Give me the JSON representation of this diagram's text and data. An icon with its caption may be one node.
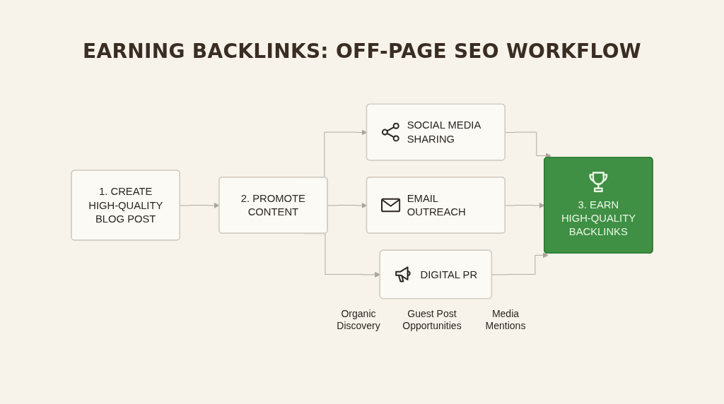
{
  "diagram": {
    "title": "EARNING BACKLINKS: OFF-PAGE SEO WORKFLOW",
    "nodes": [
      {
        "text": [
          "1. CREATE HIGH-QUALITY BLOG POST"
        ]
      },
      {
        "text": [
          "2. PROMOTE CONTENT"
        ]
      },
      {
        "text": [
          "SOCIAL MEDIA SHARING"
        ]
      },
      {
        "text": [
          "EMAIL OUTREACH"
        ]
      },
      {
        "text": [
          "DIGITAL PR"
        ]
      },
      {
        "text": [
          "3. EARN HIGH-QUALITY BACKLINKS"
        ]
      }
    ],
    "edges": [
      {
        "from": 0,
        "to": 1,
        "arrow": "to"
      },
      {
        "from": 1,
        "to": 2,
        "arrow": "to"
      },
      {
        "from": 1,
        "to": 3,
        "arrow": "to"
      },
      {
        "from": 1,
        "to": 4,
        "arrow": "to"
      },
      {
        "from": 2,
        "to": 5,
        "arrow": "to"
      },
      {
        "from": 3,
        "to": 5,
        "arrow": "to"
      },
      {
        "from": 4,
        "to": 5,
        "arrow": "to"
      }
    ],
    "labels": [
      "Organic Discovery",
      "Guest Post Opportunities",
      "Media Mentions"
    ]
  }
}
